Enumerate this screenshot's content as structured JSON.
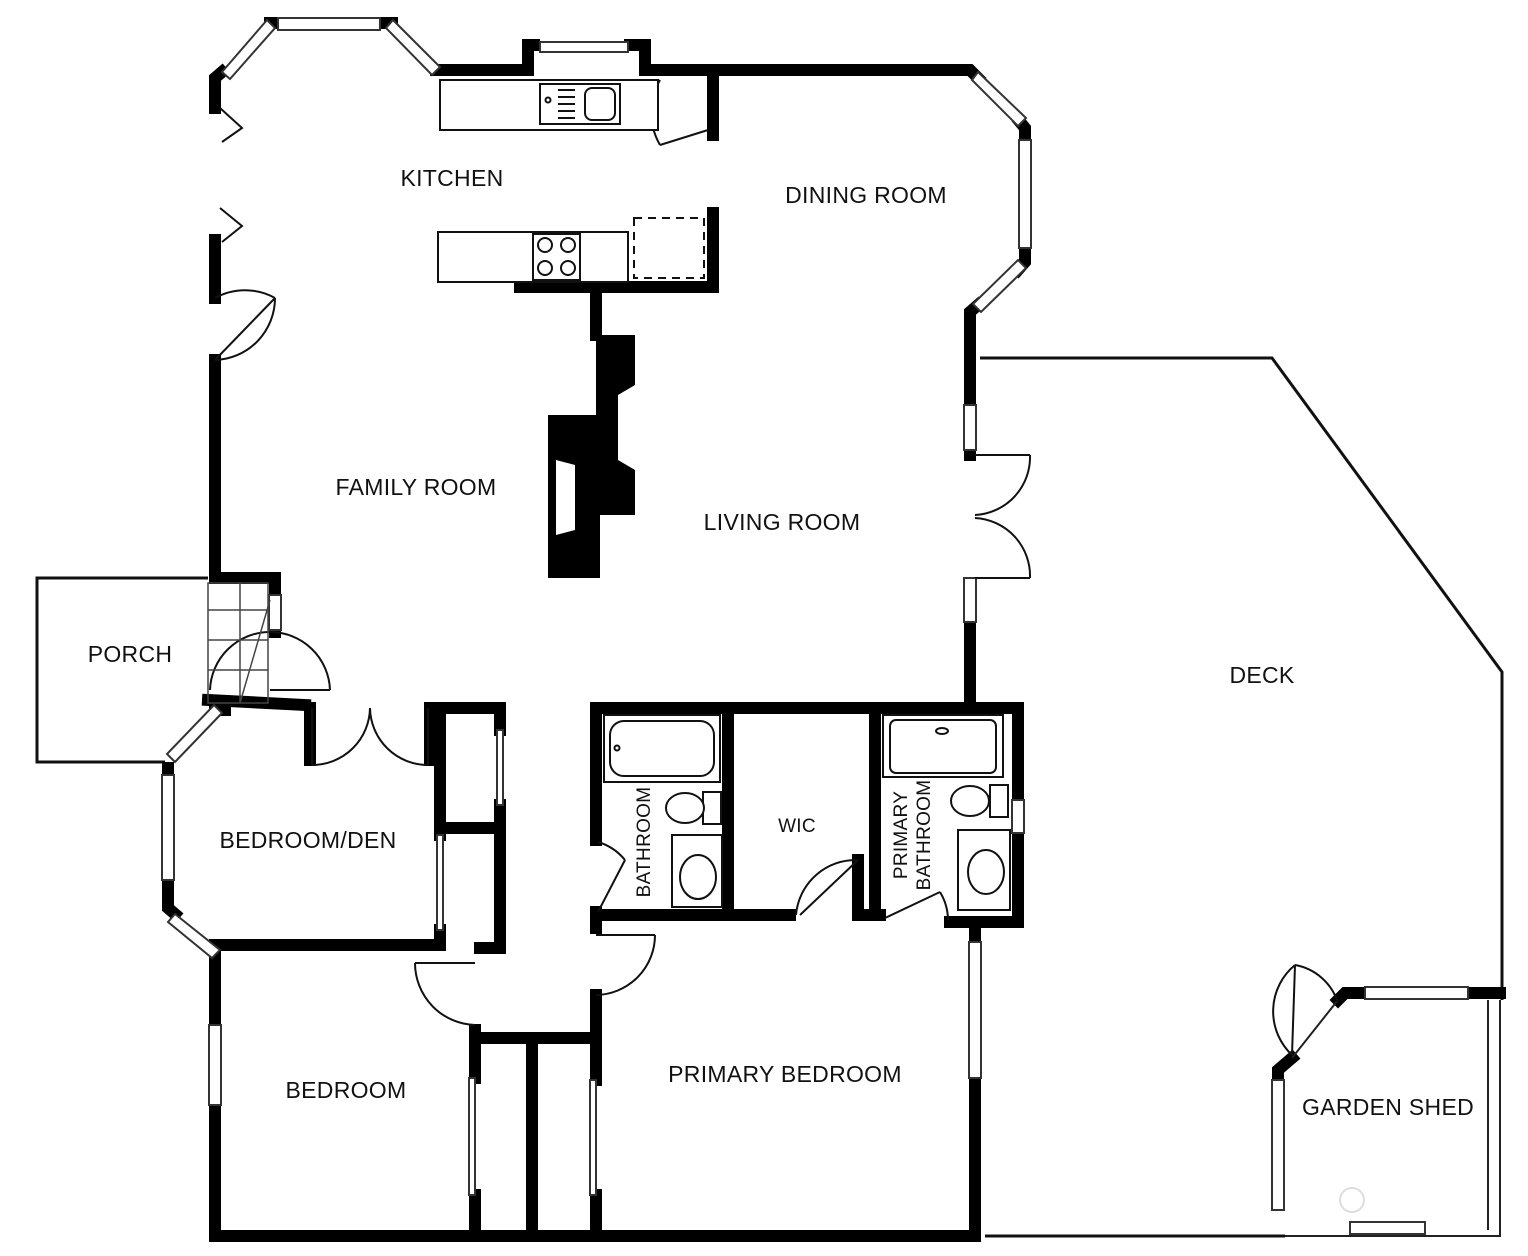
{
  "rooms": {
    "kitchen": "KITCHEN",
    "dining_room": "DINING ROOM",
    "family_room": "FAMILY ROOM",
    "living_room": "LIVING ROOM",
    "porch": "PORCH",
    "deck": "DECK",
    "bedroom_den": "BEDROOM/DEN",
    "bathroom": "BATHROOM",
    "wic": "WIC",
    "primary_bathroom_line1": "PRIMARY",
    "primary_bathroom_line2": "BATHROOM",
    "bedroom": "BEDROOM",
    "primary_bedroom": "PRIMARY BEDROOM",
    "garden_shed": "GARDEN SHED"
  },
  "colors": {
    "wall": "#000000",
    "background": "#ffffff",
    "window_frame": "#555555",
    "outline": "#222222"
  }
}
